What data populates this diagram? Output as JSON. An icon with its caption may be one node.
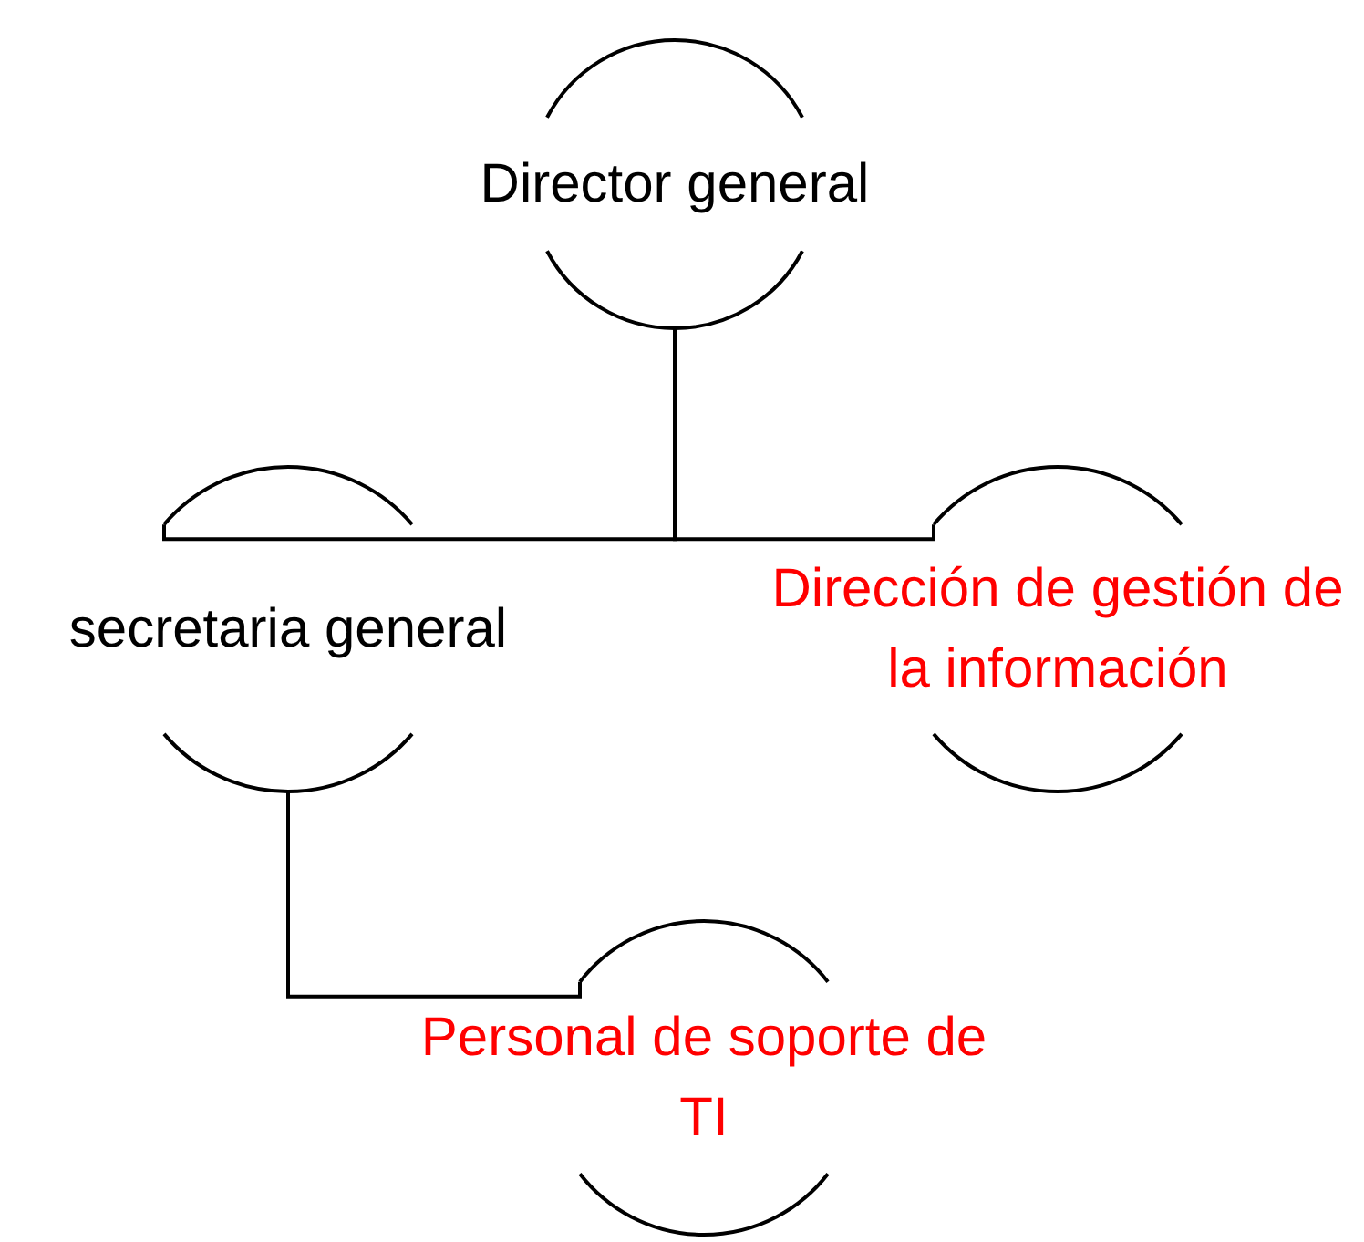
{
  "diagram": {
    "nodes": [
      {
        "text": [
          "Director general"
        ]
      },
      {
        "text": [
          "secretaria general"
        ]
      },
      {
        "text": [
          "Dirección de gestión de la información"
        ]
      },
      {
        "text": [
          "Personal de soporte de TI"
        ]
      }
    ],
    "edges": [
      {
        "from": 0,
        "to": 1,
        "arrow": "none"
      },
      {
        "from": 0,
        "to": 2,
        "arrow": "none"
      },
      {
        "from": 1,
        "to": 3,
        "arrow": "none"
      }
    ]
  }
}
